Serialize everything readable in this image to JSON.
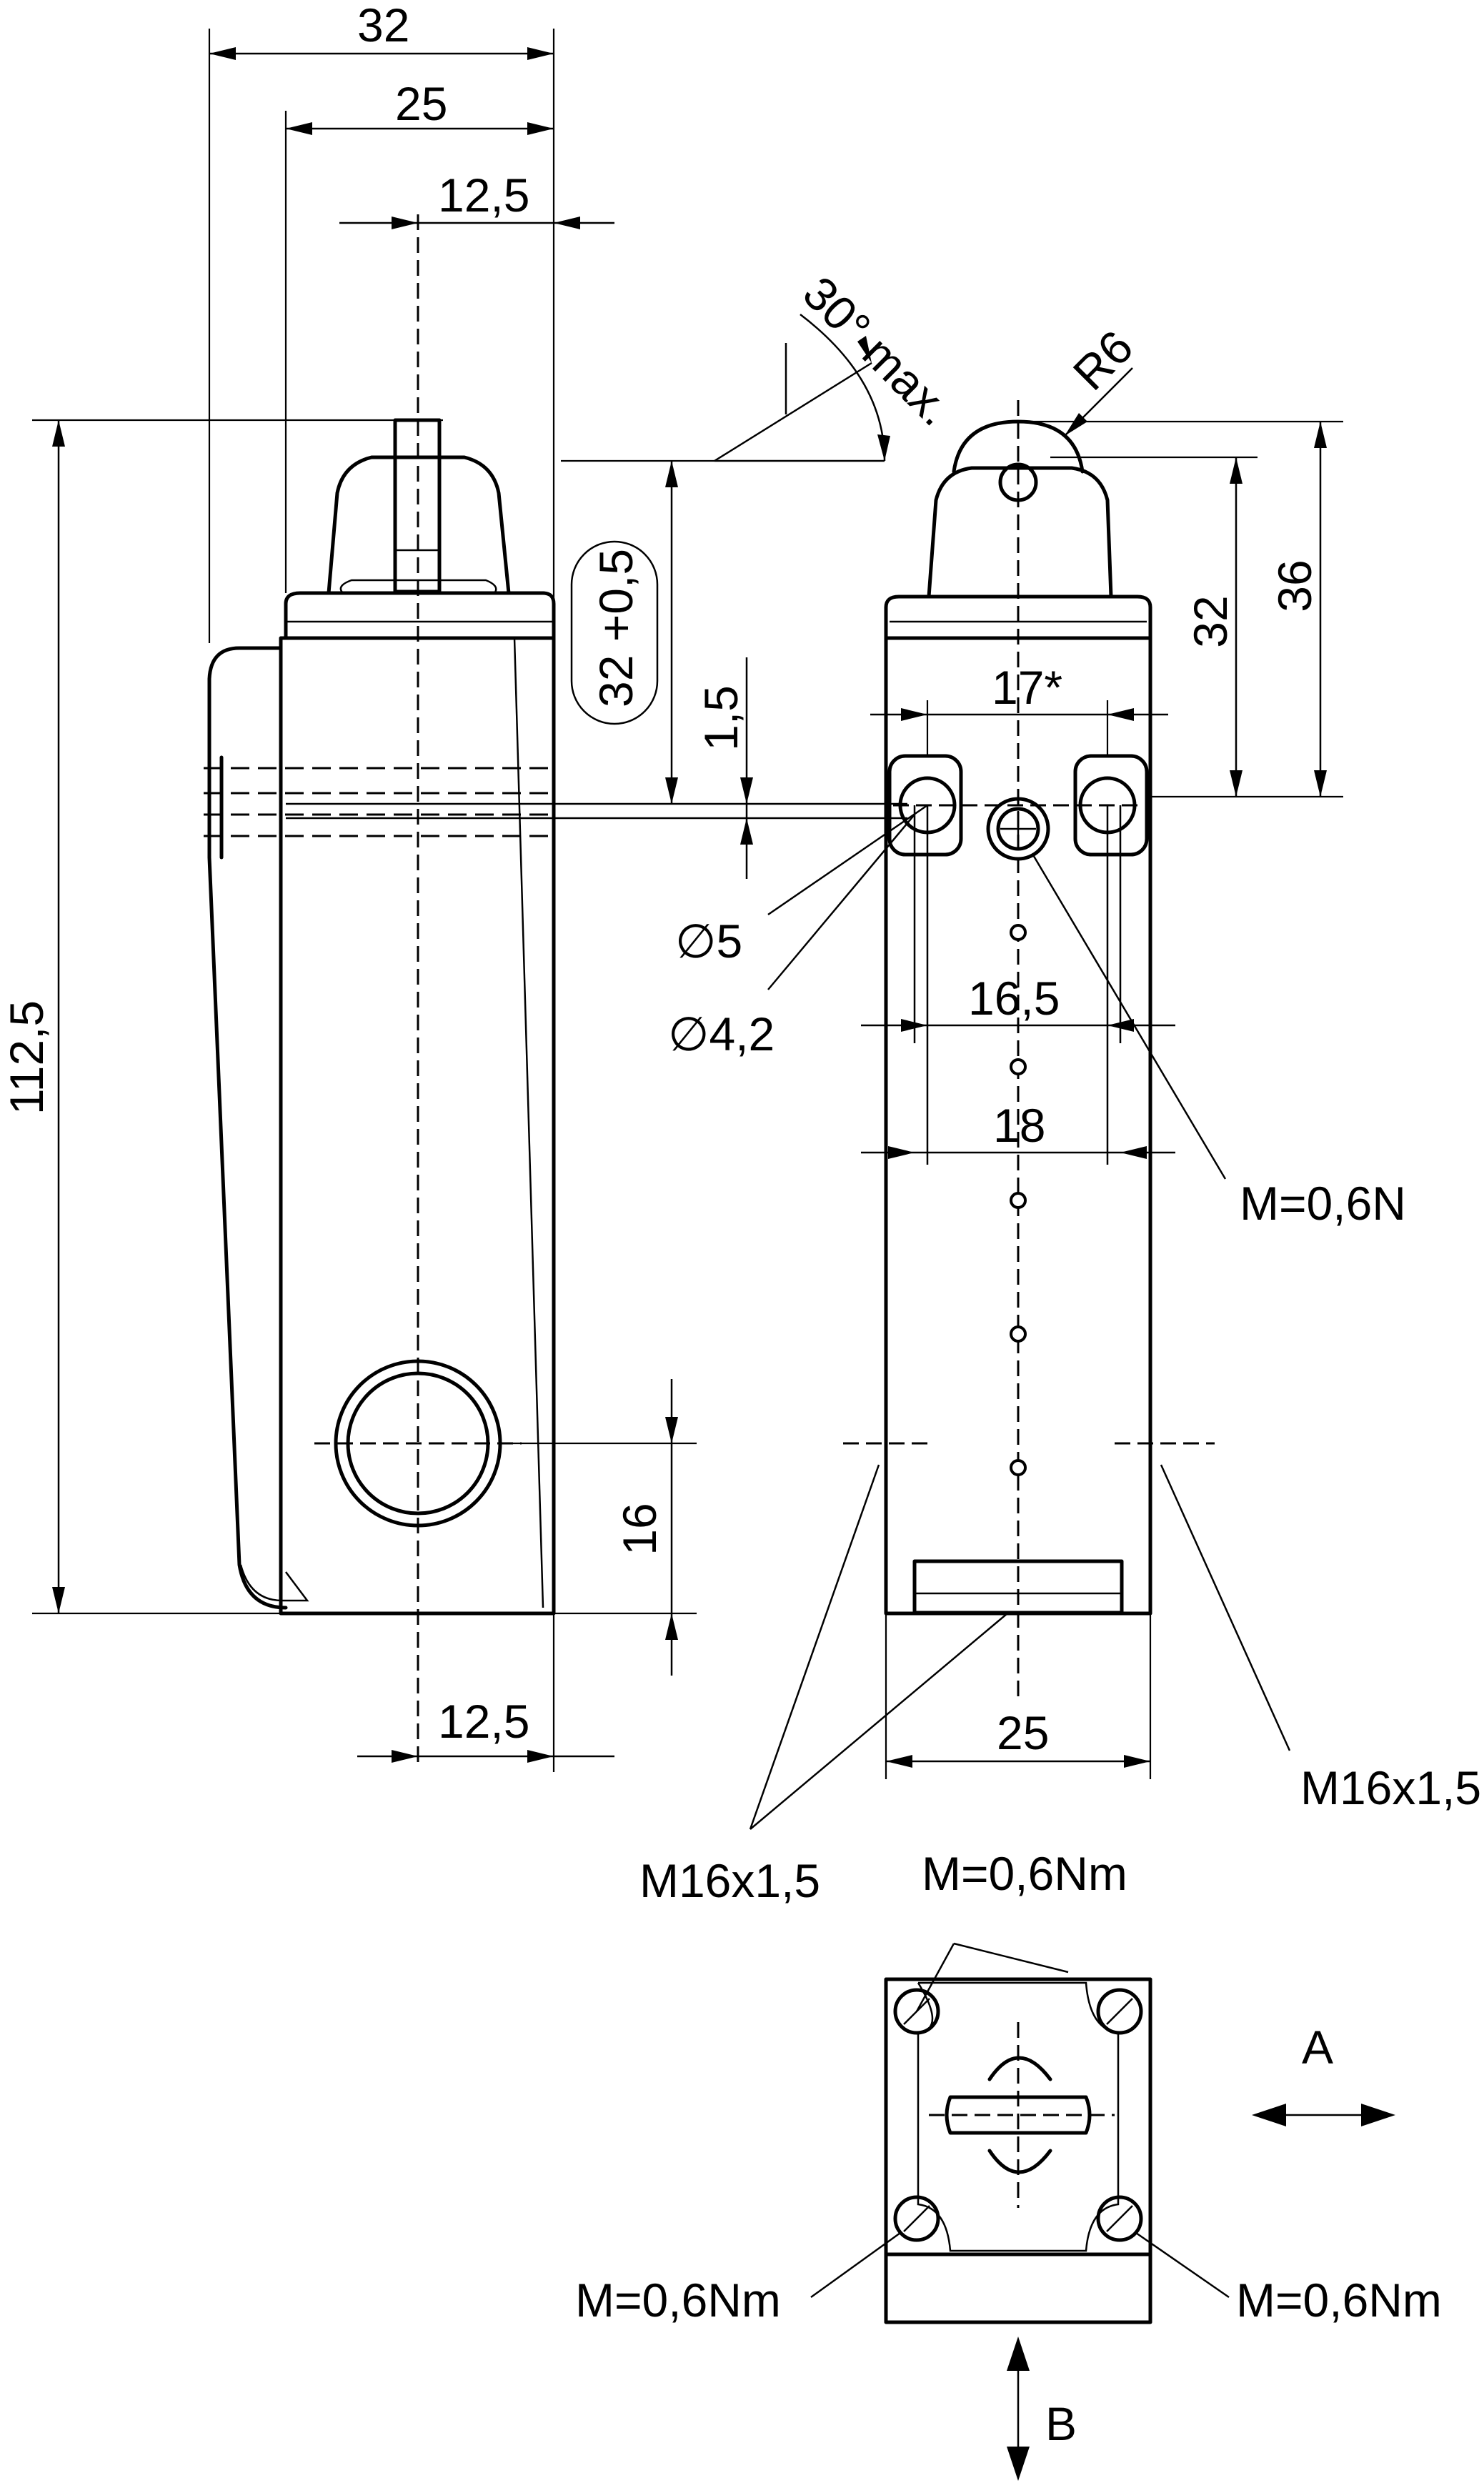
{
  "side_view": {
    "width_overall": "32",
    "width_body": "25",
    "plunger_offset_top": "12,5",
    "height_overall": "112,5",
    "conduit_height": "16",
    "plunger_offset_bottom": "12,5",
    "mounting_height": "32 +0,5",
    "hole_offset": "1,5",
    "angle": "30° max."
  },
  "front_view": {
    "roller_radius": "R6",
    "height_32": "32",
    "height_36": "36",
    "hole_spacing_17": "17*",
    "hole_diameter_5": "∅5",
    "hole_diameter_4_2": "∅4,2",
    "spacing_16_5": "16,5",
    "spacing_18": "18",
    "torque_screw": "M=0,6N",
    "width_bottom": "25",
    "thread_right": "M16x1,5",
    "thread_left": "M16x1,5"
  },
  "top_view": {
    "torque_top": "M=0,6Nm",
    "torque_left": "M=0,6Nm",
    "torque_right": "M=0,6Nm",
    "direction_a": "A",
    "direction_b": "B"
  }
}
